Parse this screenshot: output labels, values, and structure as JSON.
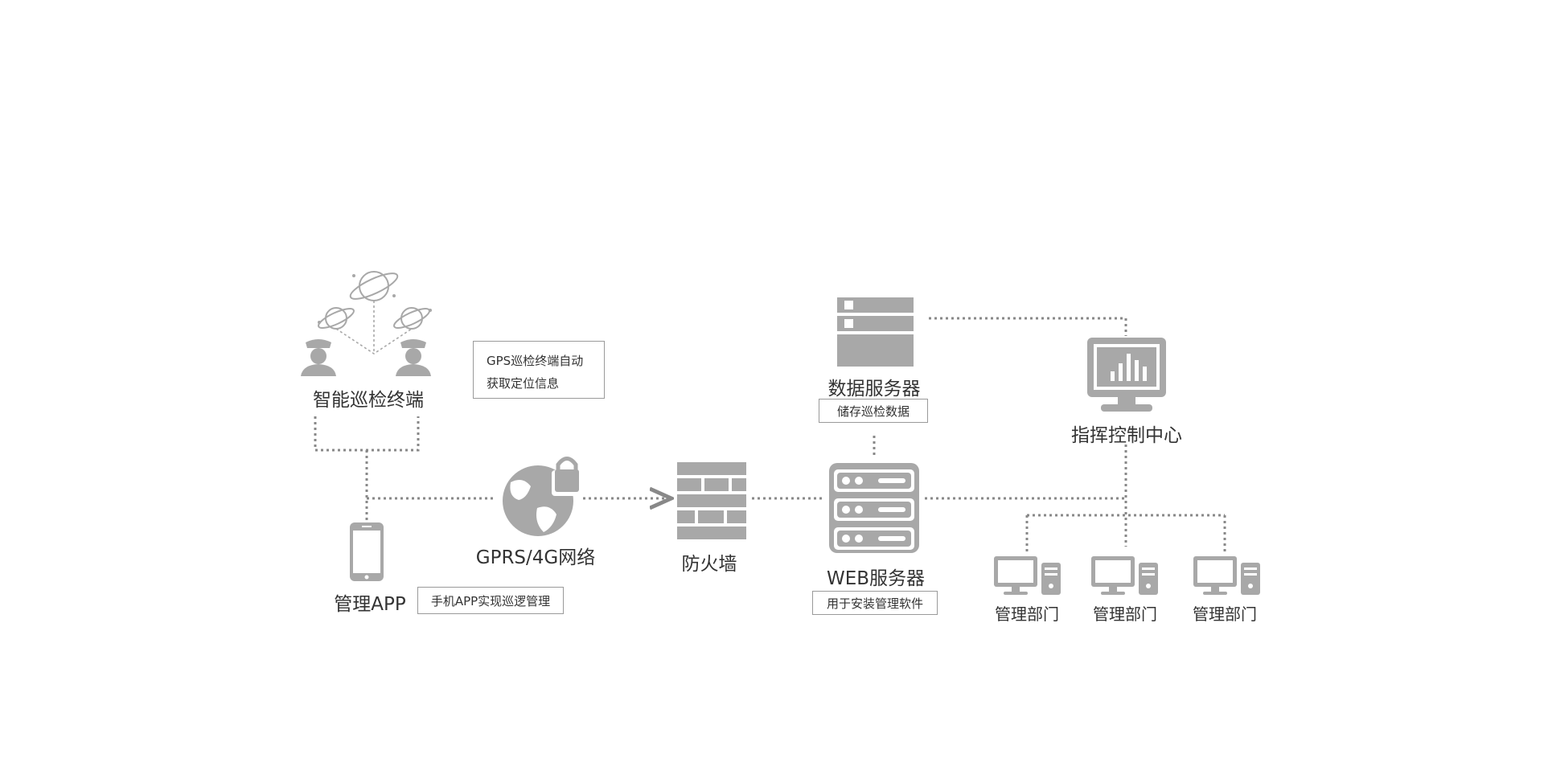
{
  "nodes": {
    "terminal": {
      "label": "智能巡检终端"
    },
    "app": {
      "label": "管理APP",
      "note": "手机APP实现巡逻管理"
    },
    "gps_note": {
      "line1": "GPS巡检终端自动",
      "line2": "获取定位信息"
    },
    "network": {
      "label": "GPRS/4G网络"
    },
    "firewall": {
      "label": "防火墙"
    },
    "data_server": {
      "label": "数据服务器",
      "note": "储存巡检数据"
    },
    "web_server": {
      "label": "WEB服务器",
      "note": "用于安装管理软件"
    },
    "command_center": {
      "label": "指挥控制中心"
    },
    "departments": [
      {
        "label": "管理部门"
      },
      {
        "label": "管理部门"
      },
      {
        "label": "管理部门"
      }
    ]
  },
  "colors": {
    "icon": "#a8a8a8",
    "line": "#888888",
    "text": "#333333"
  }
}
